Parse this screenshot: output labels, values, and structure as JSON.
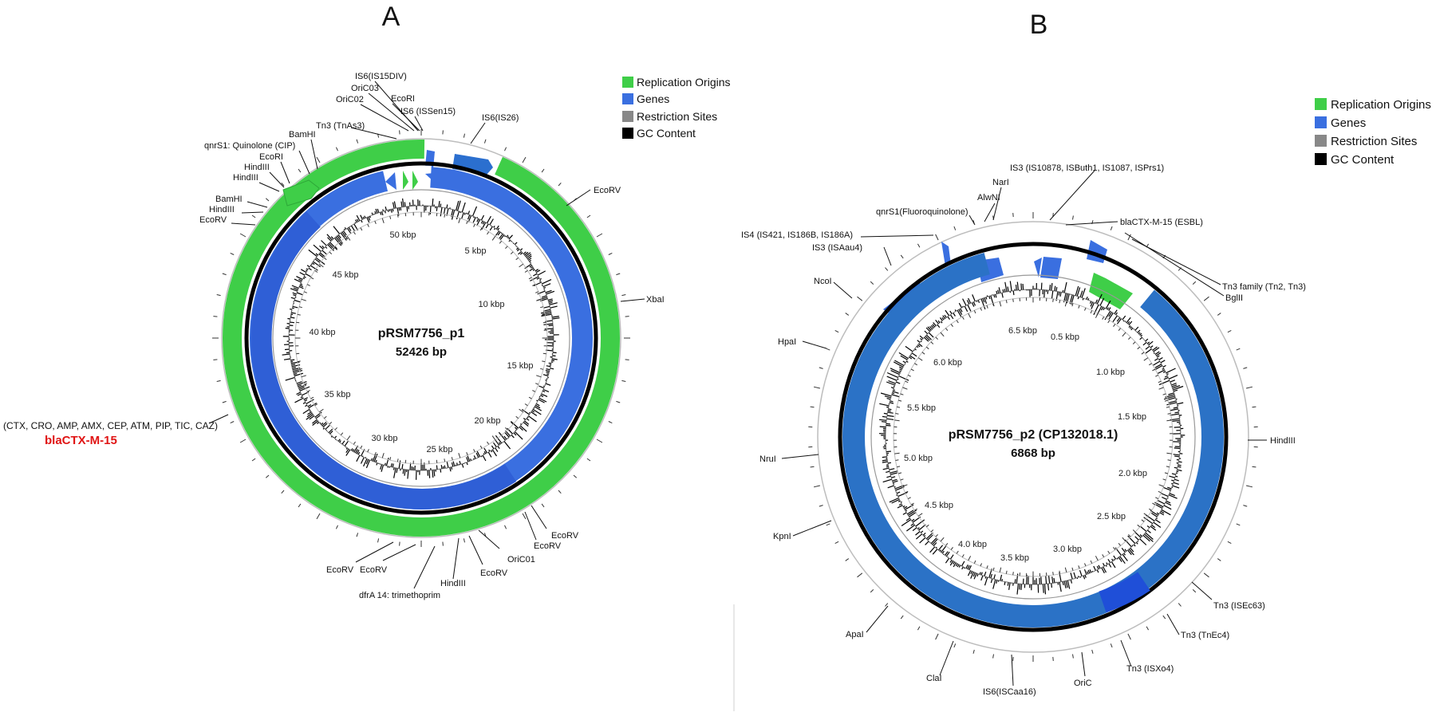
{
  "panelA": {
    "letter": "A",
    "name": "pRSM7756_p1",
    "size_label": "52426 bp",
    "legend": [
      {
        "label": "Replication Origins",
        "color": "#3fce48"
      },
      {
        "label": "Genes",
        "color": "#3a6fe0"
      },
      {
        "label": "Restriction Sites",
        "color": "#888888"
      },
      {
        "label": "GC Content",
        "color": "#000000"
      }
    ],
    "ticks": [
      "50 kbp",
      "5 kbp",
      "10 kbp",
      "15 kbp",
      "20 kbp",
      "25 kbp",
      "30 kbp",
      "35 kbp",
      "40 kbp",
      "45 kbp"
    ],
    "features": [
      "IS6(IS15DIV)",
      "OriC03",
      "EcoRI",
      "OriC02",
      "IS6 (ISSen15)",
      "IS6(IS26)",
      "Tn3 (TnAs3)",
      "BamHI",
      "qnrS1: Quinolone (CIP)",
      "EcoRI",
      "HindIII",
      "HindIII",
      "BamHI",
      "HindIII",
      "EcoRV",
      "EcoRV",
      "XbaI",
      "EcoRV",
      "EcoRV",
      "OriC01",
      "EcoRV",
      "HindIII",
      "EcoRV",
      "EcoRV",
      "dfrA 14: trimethoprim"
    ],
    "resistance_note": "(CTX, CRO, AMP, AMX, CEP, ATM, PIP, TIC, CAZ)",
    "bla_label": "blaCTX-M-15"
  },
  "panelB": {
    "letter": "B",
    "name": "pRSM7756_p2 (CP132018.1)",
    "size_label": "6868 bp",
    "legend": [
      {
        "label": "Replication Origins",
        "color": "#3fce48"
      },
      {
        "label": "Genes",
        "color": "#3a6fe0"
      },
      {
        "label": "Restriction Sites",
        "color": "#888888"
      },
      {
        "label": "GC Content",
        "color": "#000000"
      }
    ],
    "ticks": [
      "6.5 kbp",
      "0.5 kbp",
      "1.0 kbp",
      "1.5 kbp",
      "2.0 kbp",
      "2.5 kbp",
      "3.0 kbp",
      "3.5 kbp",
      "4.0 kbp",
      "4.5 kbp",
      "5.0 kbp",
      "5.5 kbp",
      "6.0 kbp"
    ],
    "features": [
      "IS3 (IS10878, ISButh1, IS1087, ISPrs1)",
      "NarI",
      "AlwNI",
      "qnrS1(Fluoroquinolone)",
      "blaCTX-M-15 (ESBL)",
      "IS4 (IS421, IS186B, IS186A)",
      "IS3 (ISAau4)",
      "Tn3 family (Tn2, Tn3)",
      "BglII",
      "NcoI",
      "HpaI",
      "HindIII",
      "NruI",
      "KpnI",
      "Tn3 (ISEc63)",
      "Tn3 (TnEc4)",
      "ApaI",
      "Tn3 (ISXo4)",
      "ClaI",
      "OriC",
      "IS6(ISCaa16)"
    ]
  },
  "colors": {
    "ori": "#3fce48",
    "gene": "#3a6fe0",
    "geneDark": "#2f5fd6",
    "geneB": "#2b72c6",
    "site": "#888888",
    "gc": "#000000",
    "bla_red": "#e01515"
  }
}
